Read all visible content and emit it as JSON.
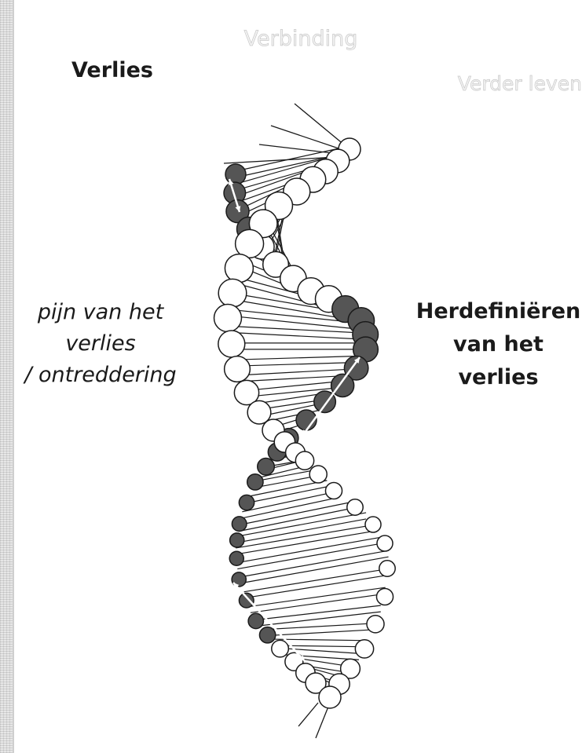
{
  "labels": {
    "verlies": "Verlies",
    "verbinding": "Verbinding",
    "verder_leven": "Verder leven",
    "left_lines": [
      "pijn van het",
      "verlies",
      "/ ontreddering"
    ],
    "right_lines": [
      "Herdefiniëren",
      "van het",
      "verlies"
    ]
  },
  "colors": {
    "dark_segment": "#555555",
    "light_segment": "#ffffff",
    "outline": "#1a1a1a",
    "faded_text": "#c9c9c9"
  },
  "icons": {
    "arrows": "double-headed-arrow"
  }
}
